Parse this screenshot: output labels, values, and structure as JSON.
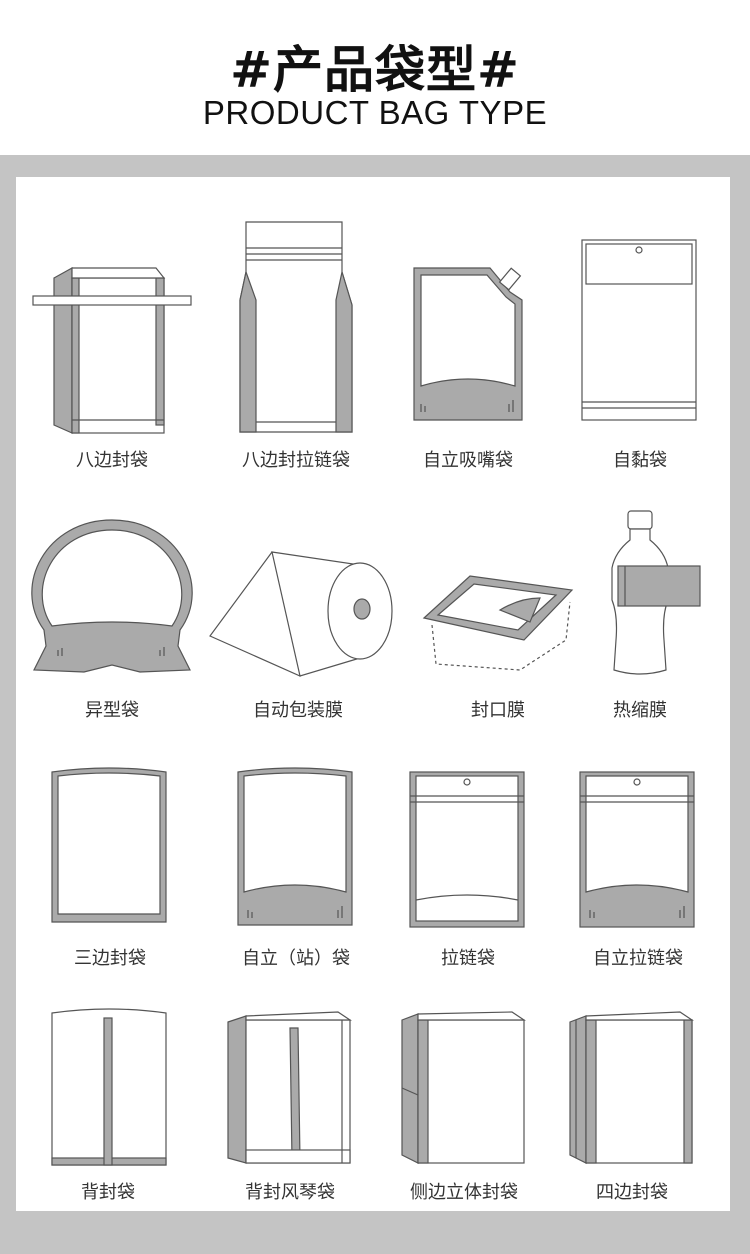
{
  "header": {
    "title_cn": "#产品袋型#",
    "title_en": "PRODUCT BAG TYPE"
  },
  "colors": {
    "panel_border": "#c4c4c4",
    "seal_gray": "#aaaaaa",
    "line_dark": "#555555",
    "text": "#333333"
  },
  "bags": [
    {
      "label": "八边封袋",
      "icon": "eight-side-seal-bag-icon"
    },
    {
      "label": "八边封拉链袋",
      "icon": "eight-side-zipper-bag-icon"
    },
    {
      "label": "自立吸嘴袋",
      "icon": "spout-pouch-icon"
    },
    {
      "label": "自黏袋",
      "icon": "self-adhesive-bag-icon"
    },
    {
      "label": "异型袋",
      "icon": "shaped-bag-icon"
    },
    {
      "label": "自动包装膜",
      "icon": "packaging-film-roll-icon"
    },
    {
      "label": "封口膜",
      "icon": "sealing-film-icon"
    },
    {
      "label": "热缩膜",
      "icon": "shrink-film-bottle-icon"
    },
    {
      "label": "三边封袋",
      "icon": "three-side-seal-bag-icon"
    },
    {
      "label": "自立（站）袋",
      "icon": "stand-up-pouch-icon"
    },
    {
      "label": "拉链袋",
      "icon": "zipper-bag-icon"
    },
    {
      "label": "自立拉链袋",
      "icon": "stand-up-zipper-pouch-icon"
    },
    {
      "label": "背封袋",
      "icon": "back-seal-bag-icon"
    },
    {
      "label": "背封风琴袋",
      "icon": "back-seal-gusset-bag-icon"
    },
    {
      "label": "侧边立体封袋",
      "icon": "side-gusset-bag-icon"
    },
    {
      "label": "四边封袋",
      "icon": "four-side-seal-bag-icon"
    }
  ]
}
